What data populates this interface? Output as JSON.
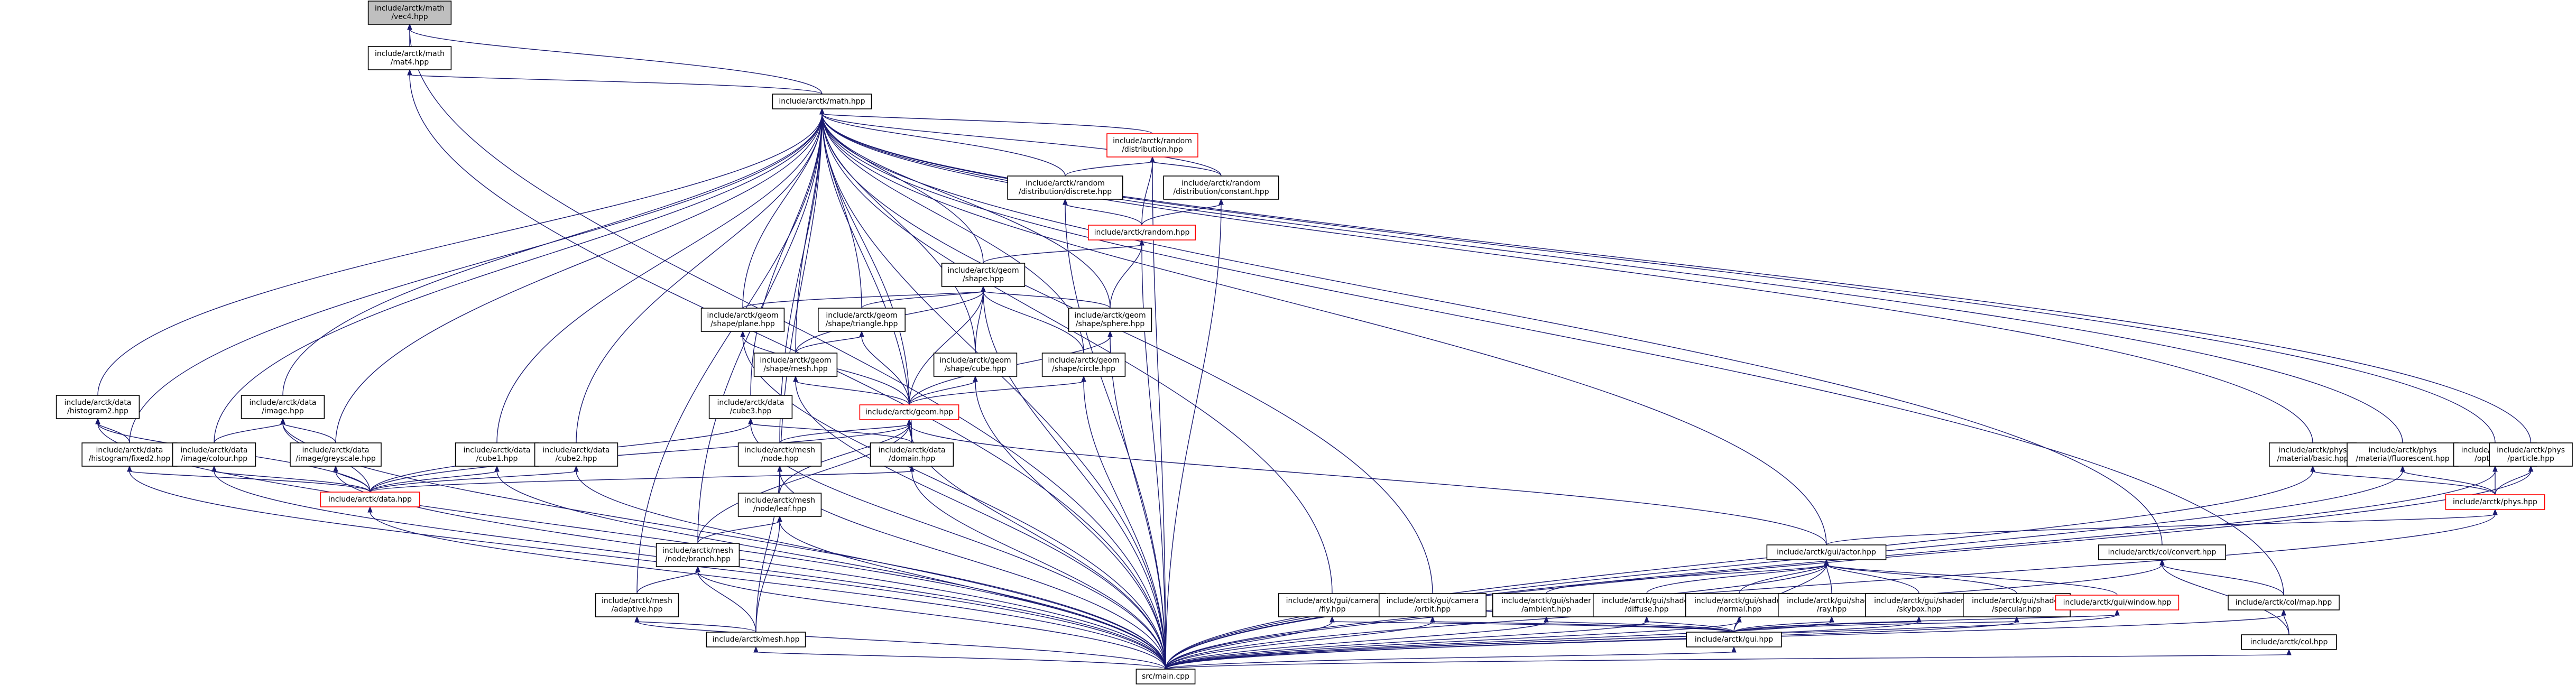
{
  "graph": {
    "nodes": [
      {
        "id": "vec4",
        "label": [
          "include/arctk/math",
          "/vec4.hpp"
        ],
        "root": true
      },
      {
        "id": "mat4",
        "label": [
          "include/arctk/math",
          "/mat4.hpp"
        ]
      },
      {
        "id": "math",
        "label": [
          "include/arctk/math.hpp"
        ]
      },
      {
        "id": "dist",
        "label": [
          "include/arctk/random",
          "/distribution.hpp"
        ],
        "truncated": true
      },
      {
        "id": "discrete",
        "label": [
          "include/arctk/random",
          "/distribution/discrete.hpp"
        ]
      },
      {
        "id": "constant",
        "label": [
          "include/arctk/random",
          "/distribution/constant.hpp"
        ]
      },
      {
        "id": "random",
        "label": [
          "include/arctk/random.hpp"
        ],
        "truncated": true
      },
      {
        "id": "shape",
        "label": [
          "include/arctk/geom",
          "/shape.hpp"
        ]
      },
      {
        "id": "plane",
        "label": [
          "include/arctk/geom",
          "/shape/plane.hpp"
        ]
      },
      {
        "id": "triangle",
        "label": [
          "include/arctk/geom",
          "/shape/triangle.hpp"
        ]
      },
      {
        "id": "sphere",
        "label": [
          "include/arctk/geom",
          "/shape/sphere.hpp"
        ]
      },
      {
        "id": "mesh_s",
        "label": [
          "include/arctk/geom",
          "/shape/mesh.hpp"
        ]
      },
      {
        "id": "cube",
        "label": [
          "include/arctk/geom",
          "/shape/cube.hpp"
        ]
      },
      {
        "id": "circle",
        "label": [
          "include/arctk/geom",
          "/shape/circle.hpp"
        ]
      },
      {
        "id": "geom",
        "label": [
          "include/arctk/geom.hpp"
        ],
        "truncated": true
      },
      {
        "id": "cube3",
        "label": [
          "include/arctk/data",
          "/cube3.hpp"
        ]
      },
      {
        "id": "hist2",
        "label": [
          "include/arctk/data",
          "/histogram2.hpp"
        ]
      },
      {
        "id": "histfix",
        "label": [
          "include/arctk/data",
          "/histogram/fixed2.hpp"
        ]
      },
      {
        "id": "image",
        "label": [
          "include/arctk/data",
          "/image.hpp"
        ]
      },
      {
        "id": "colour",
        "label": [
          "include/arctk/data",
          "/image/colour.hpp"
        ]
      },
      {
        "id": "grey",
        "label": [
          "include/arctk/data",
          "/image/greyscale.hpp"
        ]
      },
      {
        "id": "cube1",
        "label": [
          "include/arctk/data",
          "/cube1.hpp"
        ]
      },
      {
        "id": "cube2",
        "label": [
          "include/arctk/data",
          "/cube2.hpp"
        ]
      },
      {
        "id": "data",
        "label": [
          "include/arctk/data.hpp"
        ],
        "truncated": true
      },
      {
        "id": "domain",
        "label": [
          "include/arctk/data",
          "/domain.hpp"
        ]
      },
      {
        "id": "node",
        "label": [
          "include/arctk/mesh",
          "/node.hpp"
        ]
      },
      {
        "id": "leaf",
        "label": [
          "include/arctk/mesh",
          "/node/leaf.hpp"
        ]
      },
      {
        "id": "branch",
        "label": [
          "include/arctk/mesh",
          "/node/branch.hpp"
        ]
      },
      {
        "id": "adaptive",
        "label": [
          "include/arctk/mesh",
          "/adaptive.hpp"
        ]
      },
      {
        "id": "meshhpp",
        "label": [
          "include/arctk/mesh.hpp"
        ]
      },
      {
        "id": "actor",
        "label": [
          "include/arctk/gui/actor.hpp"
        ]
      },
      {
        "id": "fly",
        "label": [
          "include/arctk/gui/camera",
          "/fly.hpp"
        ]
      },
      {
        "id": "orbit",
        "label": [
          "include/arctk/gui/camera",
          "/orbit.hpp"
        ]
      },
      {
        "id": "ambient",
        "label": [
          "include/arctk/gui/shader",
          "/ambient.hpp"
        ]
      },
      {
        "id": "diffuse",
        "label": [
          "include/arctk/gui/shader",
          "/diffuse.hpp"
        ]
      },
      {
        "id": "normal",
        "label": [
          "include/arctk/gui/shader",
          "/normal.hpp"
        ]
      },
      {
        "id": "ray",
        "label": [
          "include/arctk/gui/shader",
          "/ray.hpp"
        ]
      },
      {
        "id": "skybox",
        "label": [
          "include/arctk/gui/shader",
          "/skybox.hpp"
        ]
      },
      {
        "id": "specular",
        "label": [
          "include/arctk/gui/shader",
          "/specular.hpp"
        ]
      },
      {
        "id": "window",
        "label": [
          "include/arctk/gui/window.hpp"
        ],
        "truncated": true
      },
      {
        "id": "gui",
        "label": [
          "include/arctk/gui.hpp"
        ]
      },
      {
        "id": "convert",
        "label": [
          "include/arctk/col/convert.hpp"
        ]
      },
      {
        "id": "colmap",
        "label": [
          "include/arctk/col/map.hpp"
        ]
      },
      {
        "id": "col",
        "label": [
          "include/arctk/col.hpp"
        ]
      },
      {
        "id": "basic",
        "label": [
          "include/arctk/phys",
          "/material/basic.hpp"
        ]
      },
      {
        "id": "fluor",
        "label": [
          "include/arctk/phys",
          "/material/fluorescent.hpp"
        ]
      },
      {
        "id": "optics",
        "label": [
          "include/arctk/phys",
          "/optics.hpp"
        ]
      },
      {
        "id": "particle",
        "label": [
          "include/arctk/phys",
          "/particle.hpp"
        ]
      },
      {
        "id": "phys",
        "label": [
          "include/arctk/phys.hpp"
        ],
        "truncated": true
      },
      {
        "id": "main",
        "label": [
          "src/main.cpp"
        ]
      }
    ],
    "edges": [
      [
        "mat4",
        "vec4"
      ],
      [
        "math",
        "vec4"
      ],
      [
        "main",
        "vec4"
      ],
      [
        "math",
        "mat4"
      ],
      [
        "main",
        "mat4"
      ],
      [
        "dist",
        "math"
      ],
      [
        "discrete",
        "math"
      ],
      [
        "constant",
        "math"
      ],
      [
        "shape",
        "math"
      ],
      [
        "plane",
        "math"
      ],
      [
        "triangle",
        "math"
      ],
      [
        "sphere",
        "math"
      ],
      [
        "mesh_s",
        "math"
      ],
      [
        "cube",
        "math"
      ],
      [
        "circle",
        "math"
      ],
      [
        "geom",
        "math"
      ],
      [
        "cube3",
        "math"
      ],
      [
        "hist2",
        "math"
      ],
      [
        "histfix",
        "math"
      ],
      [
        "image",
        "math"
      ],
      [
        "colour",
        "math"
      ],
      [
        "grey",
        "math"
      ],
      [
        "cube1",
        "math"
      ],
      [
        "cube2",
        "math"
      ],
      [
        "domain",
        "math"
      ],
      [
        "node",
        "math"
      ],
      [
        "leaf",
        "math"
      ],
      [
        "branch",
        "math"
      ],
      [
        "adaptive",
        "math"
      ],
      [
        "actor",
        "math"
      ],
      [
        "fly",
        "math"
      ],
      [
        "orbit",
        "math"
      ],
      [
        "convert",
        "math"
      ],
      [
        "colmap",
        "math"
      ],
      [
        "basic",
        "math"
      ],
      [
        "fluor",
        "math"
      ],
      [
        "optics",
        "math"
      ],
      [
        "particle",
        "math"
      ],
      [
        "main",
        "math"
      ],
      [
        "discrete",
        "dist"
      ],
      [
        "constant",
        "dist"
      ],
      [
        "random",
        "dist"
      ],
      [
        "main",
        "dist"
      ],
      [
        "random",
        "discrete"
      ],
      [
        "main",
        "discrete"
      ],
      [
        "random",
        "constant"
      ],
      [
        "main",
        "constant"
      ],
      [
        "shape",
        "random"
      ],
      [
        "sphere",
        "random"
      ],
      [
        "main",
        "random"
      ],
      [
        "plane",
        "shape"
      ],
      [
        "triangle",
        "shape"
      ],
      [
        "sphere",
        "shape"
      ],
      [
        "mesh_s",
        "shape"
      ],
      [
        "cube",
        "shape"
      ],
      [
        "circle",
        "shape"
      ],
      [
        "geom",
        "shape"
      ],
      [
        "main",
        "shape"
      ],
      [
        "geom",
        "plane"
      ],
      [
        "main",
        "plane"
      ],
      [
        "mesh_s",
        "triangle"
      ],
      [
        "geom",
        "triangle"
      ],
      [
        "geom",
        "sphere"
      ],
      [
        "main",
        "sphere"
      ],
      [
        "geom",
        "mesh_s"
      ],
      [
        "main",
        "mesh_s"
      ],
      [
        "geom",
        "cube"
      ],
      [
        "main",
        "cube"
      ],
      [
        "geom",
        "circle"
      ],
      [
        "main",
        "circle"
      ],
      [
        "data",
        "geom"
      ],
      [
        "domain",
        "geom"
      ],
      [
        "node",
        "geom"
      ],
      [
        "leaf",
        "geom"
      ],
      [
        "branch",
        "geom"
      ],
      [
        "actor",
        "geom"
      ],
      [
        "main",
        "geom"
      ],
      [
        "domain",
        "cube3"
      ],
      [
        "data",
        "cube3"
      ],
      [
        "main",
        "cube3"
      ],
      [
        "histfix",
        "hist2"
      ],
      [
        "data",
        "hist2"
      ],
      [
        "main",
        "hist2"
      ],
      [
        "data",
        "histfix"
      ],
      [
        "main",
        "histfix"
      ],
      [
        "colour",
        "image"
      ],
      [
        "grey",
        "image"
      ],
      [
        "data",
        "image"
      ],
      [
        "main",
        "image"
      ],
      [
        "data",
        "colour"
      ],
      [
        "main",
        "colour"
      ],
      [
        "data",
        "grey"
      ],
      [
        "main",
        "grey"
      ],
      [
        "data",
        "cube1"
      ],
      [
        "main",
        "cube1"
      ],
      [
        "data",
        "cube2"
      ],
      [
        "main",
        "cube2"
      ],
      [
        "data",
        "domain"
      ],
      [
        "main",
        "domain"
      ],
      [
        "main",
        "data"
      ],
      [
        "leaf",
        "node"
      ],
      [
        "meshhpp",
        "node"
      ],
      [
        "main",
        "node"
      ],
      [
        "branch",
        "leaf"
      ],
      [
        "meshhpp",
        "leaf"
      ],
      [
        "main",
        "leaf"
      ],
      [
        "adaptive",
        "branch"
      ],
      [
        "meshhpp",
        "branch"
      ],
      [
        "main",
        "branch"
      ],
      [
        "meshhpp",
        "adaptive"
      ],
      [
        "main",
        "adaptive"
      ],
      [
        "main",
        "meshhpp"
      ],
      [
        "ambient",
        "actor"
      ],
      [
        "diffuse",
        "actor"
      ],
      [
        "normal",
        "actor"
      ],
      [
        "ray",
        "actor"
      ],
      [
        "skybox",
        "actor"
      ],
      [
        "specular",
        "actor"
      ],
      [
        "window",
        "actor"
      ],
      [
        "gui",
        "actor"
      ],
      [
        "main",
        "actor"
      ],
      [
        "gui",
        "fly"
      ],
      [
        "main",
        "fly"
      ],
      [
        "gui",
        "orbit"
      ],
      [
        "main",
        "orbit"
      ],
      [
        "gui",
        "ambient"
      ],
      [
        "main",
        "ambient"
      ],
      [
        "gui",
        "diffuse"
      ],
      [
        "main",
        "diffuse"
      ],
      [
        "gui",
        "normal"
      ],
      [
        "main",
        "normal"
      ],
      [
        "gui",
        "ray"
      ],
      [
        "main",
        "ray"
      ],
      [
        "gui",
        "skybox"
      ],
      [
        "main",
        "skybox"
      ],
      [
        "gui",
        "specular"
      ],
      [
        "main",
        "specular"
      ],
      [
        "gui",
        "window"
      ],
      [
        "main",
        "window"
      ],
      [
        "main",
        "gui"
      ],
      [
        "colmap",
        "convert"
      ],
      [
        "col",
        "convert"
      ],
      [
        "main",
        "convert"
      ],
      [
        "col",
        "colmap"
      ],
      [
        "main",
        "colmap"
      ],
      [
        "main",
        "col"
      ],
      [
        "phys",
        "basic"
      ],
      [
        "main",
        "basic"
      ],
      [
        "phys",
        "fluor"
      ],
      [
        "main",
        "fluor"
      ],
      [
        "phys",
        "optics"
      ],
      [
        "main",
        "optics"
      ],
      [
        "phys",
        "particle"
      ],
      [
        "main",
        "particle"
      ],
      [
        "actor",
        "phys"
      ],
      [
        "main",
        "phys"
      ]
    ]
  }
}
